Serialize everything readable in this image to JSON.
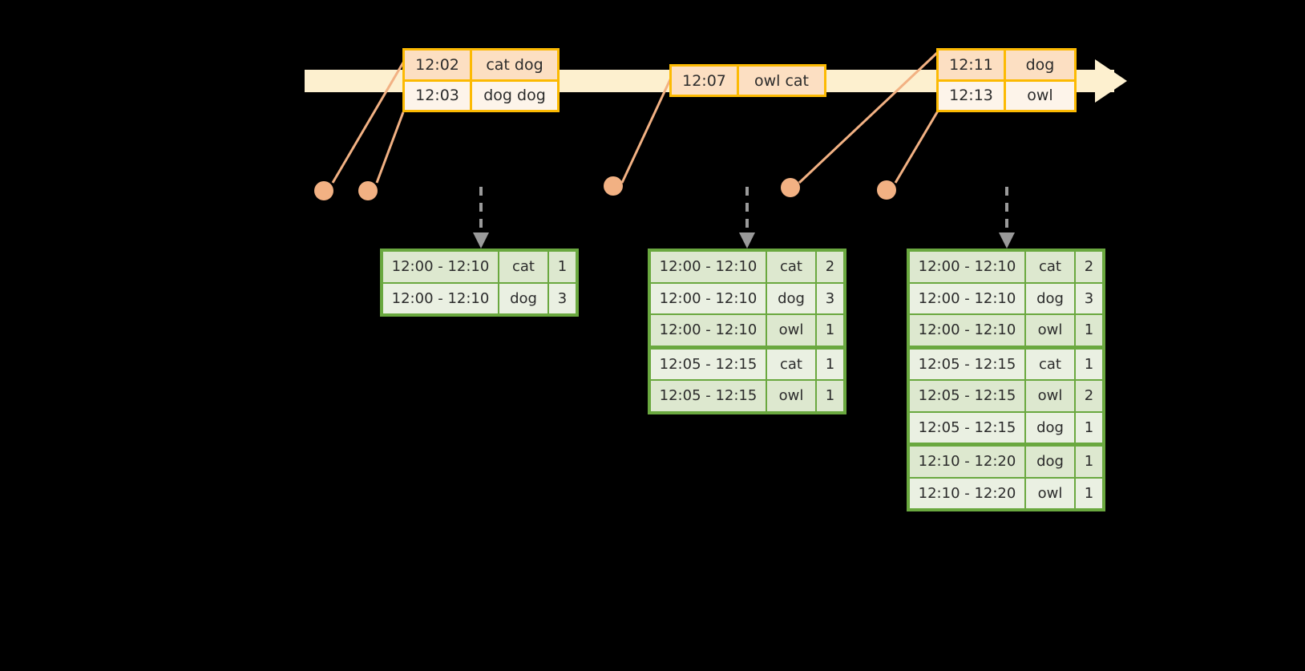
{
  "diagram": {
    "timeline": {
      "label": "event-stream-timeline",
      "arrow_color": "#fdf0cf"
    },
    "event_boxes": [
      {
        "name": "event-box-1",
        "rows": [
          {
            "time": "12:02",
            "text": "cat dog"
          },
          {
            "time": "12:03",
            "text": "dog dog"
          }
        ]
      },
      {
        "name": "event-box-2",
        "rows": [
          {
            "time": "12:07",
            "text": "owl cat"
          }
        ]
      },
      {
        "name": "event-box-3",
        "rows": [
          {
            "time": "12:11",
            "text": "dog"
          },
          {
            "time": "12:13",
            "text": "owl"
          }
        ]
      }
    ],
    "result_tables": [
      {
        "name": "result-table-1",
        "rows": [
          {
            "window": "12:00 - 12:10",
            "key": "cat",
            "count": "1"
          },
          {
            "window": "12:00 - 12:10",
            "key": "dog",
            "count": "3"
          }
        ]
      },
      {
        "name": "result-table-2",
        "rows": [
          {
            "window": "12:00 - 12:10",
            "key": "cat",
            "count": "2"
          },
          {
            "window": "12:00 - 12:10",
            "key": "dog",
            "count": "3"
          },
          {
            "window": "12:00 - 12:10",
            "key": "owl",
            "count": "1"
          },
          {
            "window": "12:05 - 12:15",
            "key": "cat",
            "count": "1"
          },
          {
            "window": "12:05 - 12:15",
            "key": "owl",
            "count": "1"
          }
        ]
      },
      {
        "name": "result-table-3",
        "rows": [
          {
            "window": "12:00 - 12:10",
            "key": "cat",
            "count": "2"
          },
          {
            "window": "12:00 - 12:10",
            "key": "dog",
            "count": "3"
          },
          {
            "window": "12:00 - 12:10",
            "key": "owl",
            "count": "1"
          },
          {
            "window": "12:05 - 12:15",
            "key": "cat",
            "count": "1"
          },
          {
            "window": "12:05 - 12:15",
            "key": "owl",
            "count": "2"
          },
          {
            "window": "12:05 - 12:15",
            "key": "dog",
            "count": "1"
          },
          {
            "window": "12:10 - 12:20",
            "key": "dog",
            "count": "1"
          },
          {
            "window": "12:10 - 12:20",
            "key": "owl",
            "count": "1"
          }
        ]
      }
    ],
    "colors": {
      "background": "#000000",
      "timeline": "#fdf0cf",
      "event_border": "#fcba03",
      "event_fill_dark": "#fcdfc2",
      "event_fill_light": "#fdf4ea",
      "dot": "#f2b183",
      "leader_line": "#f2b183",
      "table_border": "#6aa83f",
      "table_fill_dark": "#dde8cf",
      "table_fill_light": "#eaf0e2",
      "down_arrow": "#9a9a9a",
      "text": "#2b2b2b"
    }
  }
}
